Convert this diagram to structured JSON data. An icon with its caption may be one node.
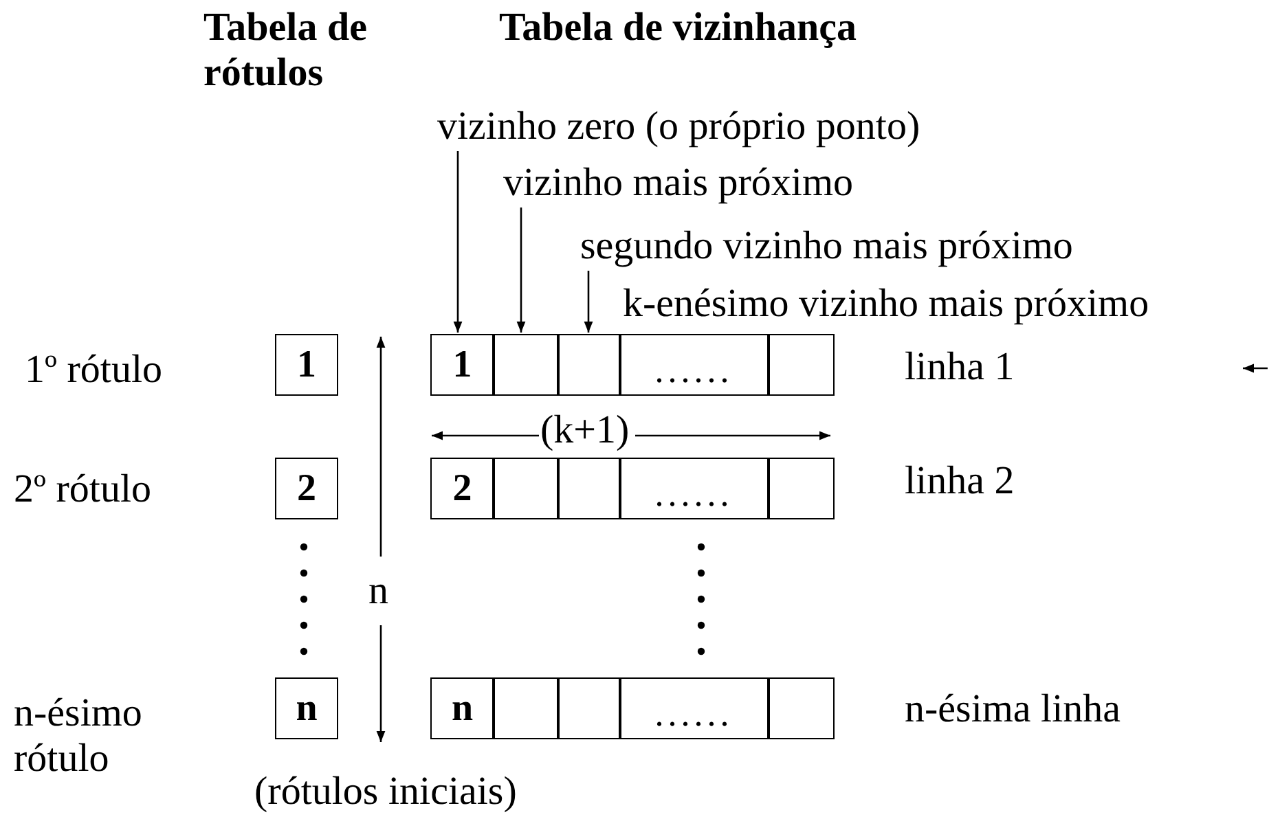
{
  "diagram": {
    "nodes": [
      {
        "text": [
          "1"
        ]
      },
      {
        "text": [
          "2"
        ]
      },
      {
        "text": [
          "n"
        ]
      },
      {
        "text": [
          "1"
        ]
      },
      {
        "text": [],
        "shape": "box"
      },
      {
        "text": [],
        "shape": "box"
      },
      {
        "text": [
          "......"
        ]
      },
      {
        "text": [],
        "shape": "box"
      },
      {
        "text": [
          "2"
        ]
      },
      {
        "text": [],
        "shape": "box"
      },
      {
        "text": [],
        "shape": "box"
      },
      {
        "text": [
          "......"
        ]
      },
      {
        "text": [],
        "shape": "box"
      },
      {
        "text": [
          "n"
        ]
      },
      {
        "text": [],
        "shape": "box"
      },
      {
        "text": [],
        "shape": "box"
      },
      {
        "text": [
          "......"
        ]
      },
      {
        "text": [],
        "shape": "box"
      },
      {
        "text": [
          "vizinho zero (o próprio ponto)"
        ]
      },
      {
        "text": [
          "vizinho mais próximo"
        ]
      },
      {
        "text": [
          "segundo vizinho mais próximo"
        ]
      }
    ],
    "edges": [
      {
        "from": 18,
        "to": 3,
        "arrow": "to"
      },
      {
        "from": 19,
        "to": 4,
        "arrow": "to"
      },
      {
        "from": 20,
        "to": 5,
        "arrow": "to"
      }
    ],
    "labels": [
      "Tabela de rótulos",
      "Tabela de vizinhança",
      "k-enésimo vizinho mais próximo",
      "1º rótulo",
      "linha 1",
      "(k+1)",
      "2º rótulo",
      "linha 2",
      "n",
      "n-ésimo rótulo",
      "n-ésima linha",
      "(rótulos iniciais)"
    ]
  }
}
